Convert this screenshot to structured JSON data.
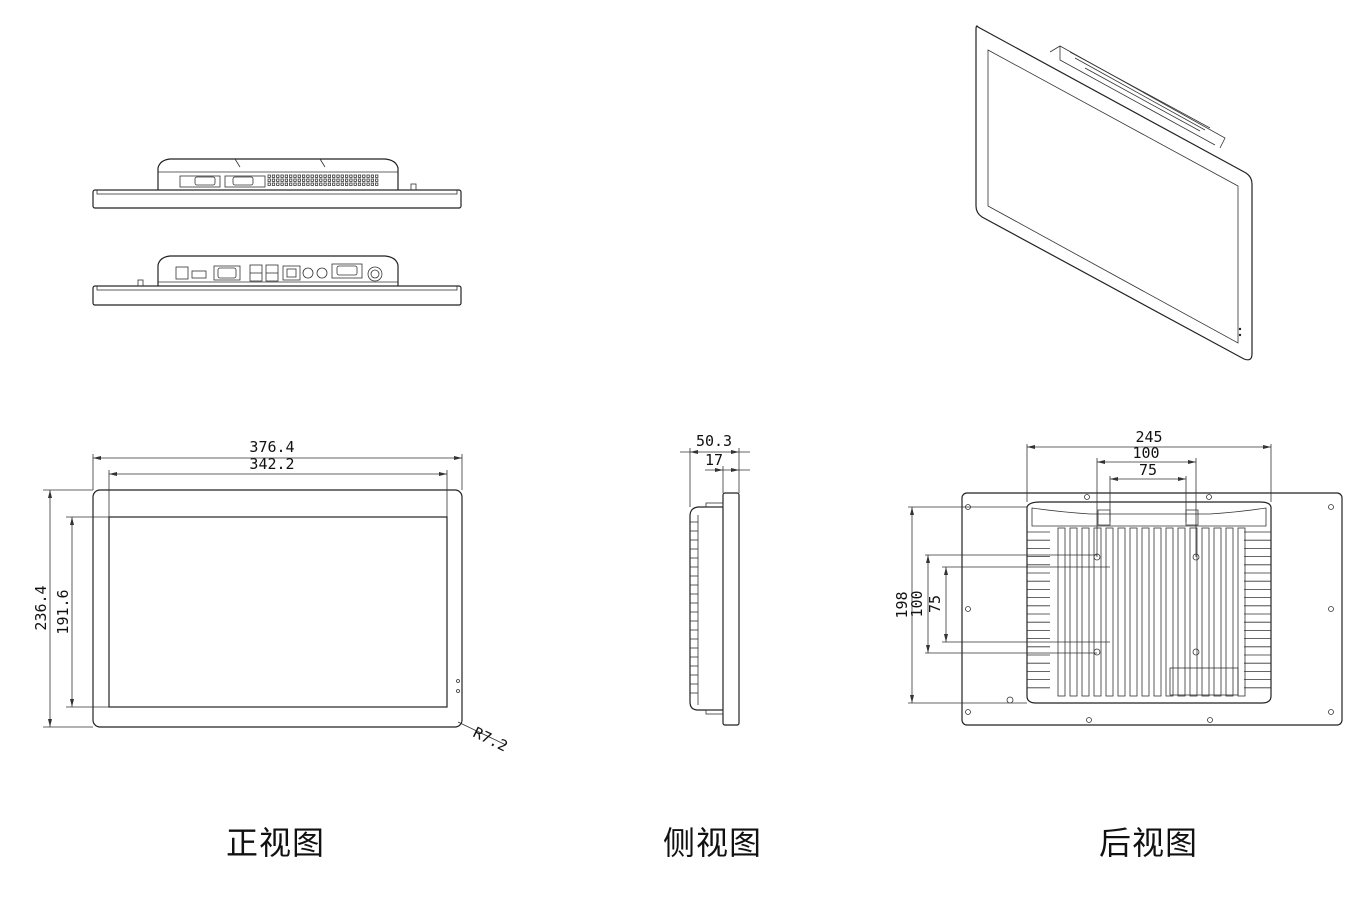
{
  "front_view": {
    "caption": "正视图",
    "width_outer": "376.4",
    "width_inner": "342.2",
    "height_outer": "236.4",
    "height_inner": "191.6",
    "corner_radius": "R7.2"
  },
  "side_view": {
    "caption": "侧视图",
    "depth_total": "50.3",
    "depth_front": "17"
  },
  "rear_view": {
    "caption": "后视图",
    "width_245": "245",
    "width_100": "100",
    "width_75": "75",
    "height_198": "198",
    "height_100": "100",
    "height_75": "75"
  },
  "colors": {
    "line": "#222222",
    "background": "#ffffff"
  }
}
